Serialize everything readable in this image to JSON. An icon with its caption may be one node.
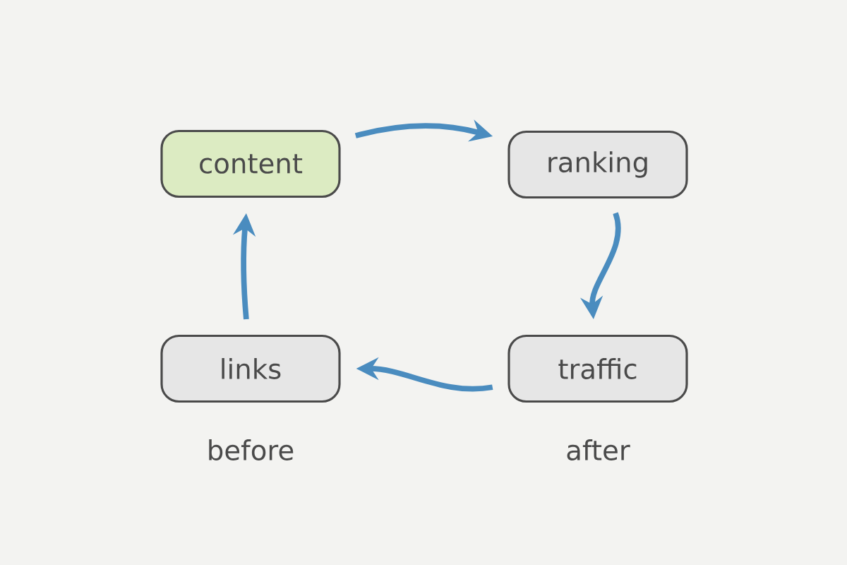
{
  "diagram": {
    "nodes": [
      {
        "text": [
          "content"
        ]
      },
      {
        "text": [
          "ranking"
        ]
      },
      {
        "text": [
          "traffic"
        ]
      },
      {
        "text": [
          "links"
        ]
      }
    ],
    "edges": [
      {
        "from": 0,
        "to": 1,
        "arrow": "to"
      },
      {
        "from": 1,
        "to": 2,
        "arrow": "to"
      },
      {
        "from": 2,
        "to": 3,
        "arrow": "to"
      },
      {
        "from": 3,
        "to": 0,
        "arrow": "to"
      }
    ],
    "labels": [
      "before",
      "after"
    ]
  }
}
